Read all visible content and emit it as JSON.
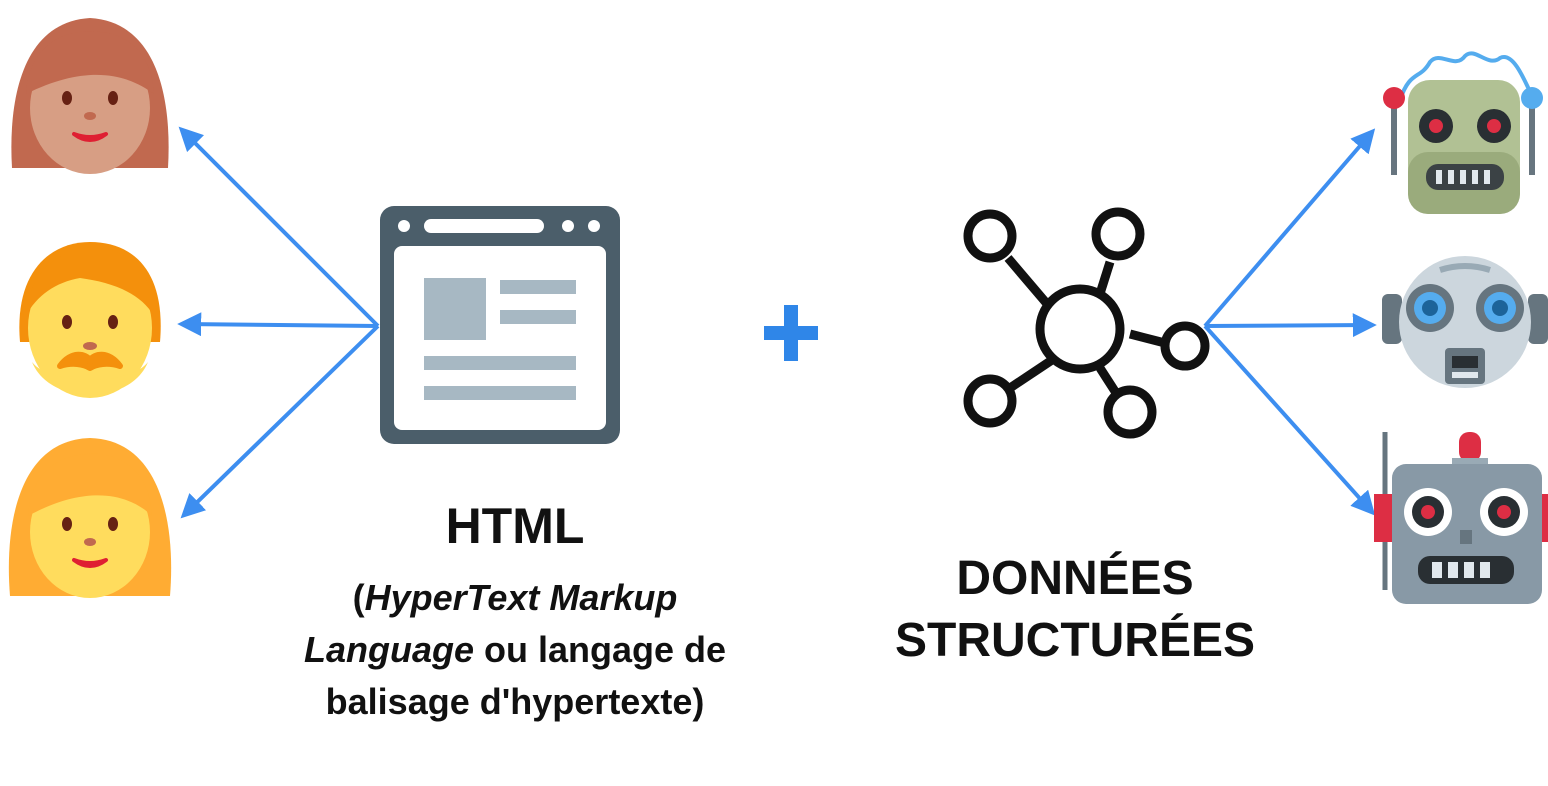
{
  "colors": {
    "arrow": "#3d8ef0",
    "plus": "#2f86e8",
    "browser_frame": "#4b5e6a",
    "browser_content": "#a7b8c3",
    "network": "#111111",
    "text": "#111111"
  },
  "diagram": {
    "humans": [
      {
        "icon": "woman-red-hair-icon"
      },
      {
        "icon": "man-blond-mustache-icon"
      },
      {
        "icon": "woman-blond-icon"
      }
    ],
    "html_source": {
      "icon": "web-page-icon",
      "title": "HTML",
      "description": {
        "open_paren": "(",
        "term": "HyperText Markup Language",
        "rest": " ou langage de balisage d'hypertexte)"
      }
    },
    "plus": {
      "icon": "plus-icon"
    },
    "data_source": {
      "icon": "network-graph-icon",
      "title_line1": "DONNÉES",
      "title_line2": "STRUCTURÉES"
    },
    "robots": [
      {
        "icon": "green-robot-icon"
      },
      {
        "icon": "round-grey-robot-icon"
      },
      {
        "icon": "square-robot-icon"
      }
    ]
  }
}
